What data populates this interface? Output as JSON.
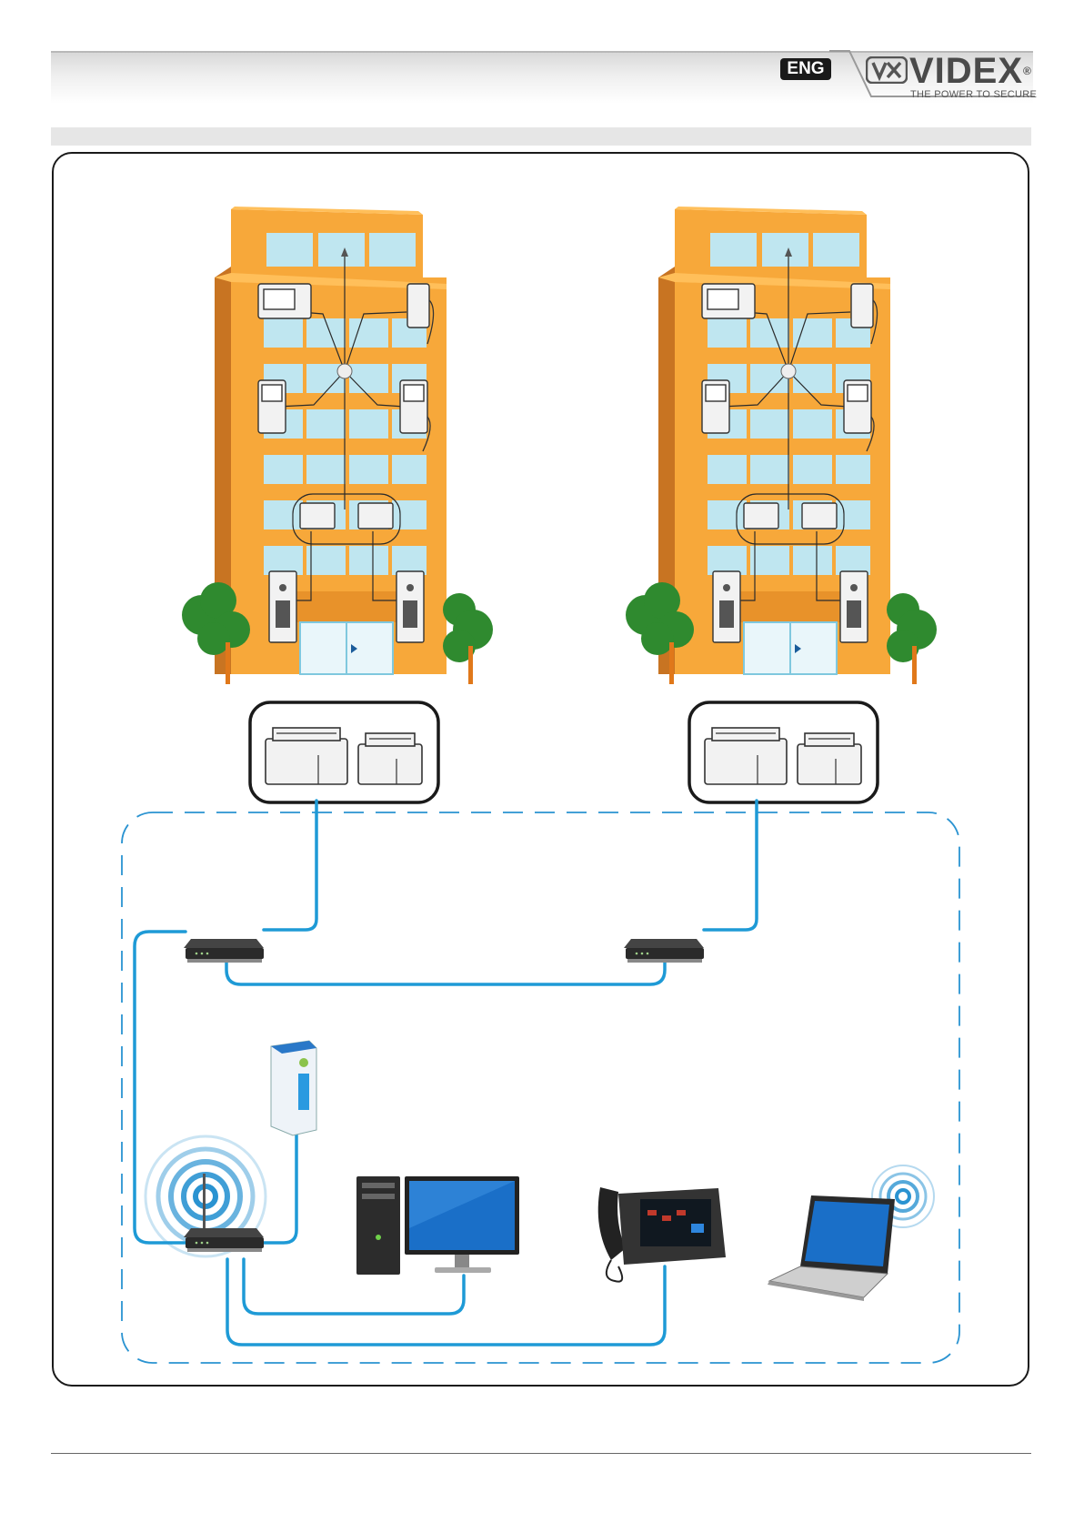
{
  "header": {
    "language_badge": "ENG",
    "brand": {
      "name": "VIDEX",
      "registered_mark": "®",
      "tagline": "THE POWER TO SECURE"
    }
  },
  "colors": {
    "building_main": "#f7a83a",
    "building_shade": "#c87422",
    "window": "#bfe6f0",
    "cable": "#1e9ad6",
    "network_boundary": "#2a93d1",
    "tree": "#2f8a2f",
    "trunk": "#e0781a"
  },
  "diagram": {
    "buildings": [
      {
        "name": "building-left",
        "devices": [
          "video-monitor",
          "audio-handset",
          "video-monitor",
          "video-monitor",
          "power-supply",
          "power-supply",
          "door-entry-panel",
          "door-entry-panel"
        ]
      },
      {
        "name": "building-right",
        "devices": [
          "video-monitor",
          "audio-handset",
          "video-monitor",
          "video-monitor",
          "power-supply",
          "power-supply",
          "door-entry-panel",
          "door-entry-panel"
        ]
      }
    ],
    "network_devices": [
      "ip-gateway-module",
      "ip-gateway-module",
      "network-switch",
      "network-switch",
      "wireless-router",
      "sip-server",
      "desktop-pc",
      "ip-video-phone",
      "wireless-laptop"
    ],
    "icons": [
      "building-icon",
      "tree-icon",
      "router-icon",
      "wifi-icon",
      "server-icon",
      "computer-icon",
      "monitor-icon",
      "phone-icon",
      "laptop-icon",
      "din-rail-module-icon"
    ]
  }
}
